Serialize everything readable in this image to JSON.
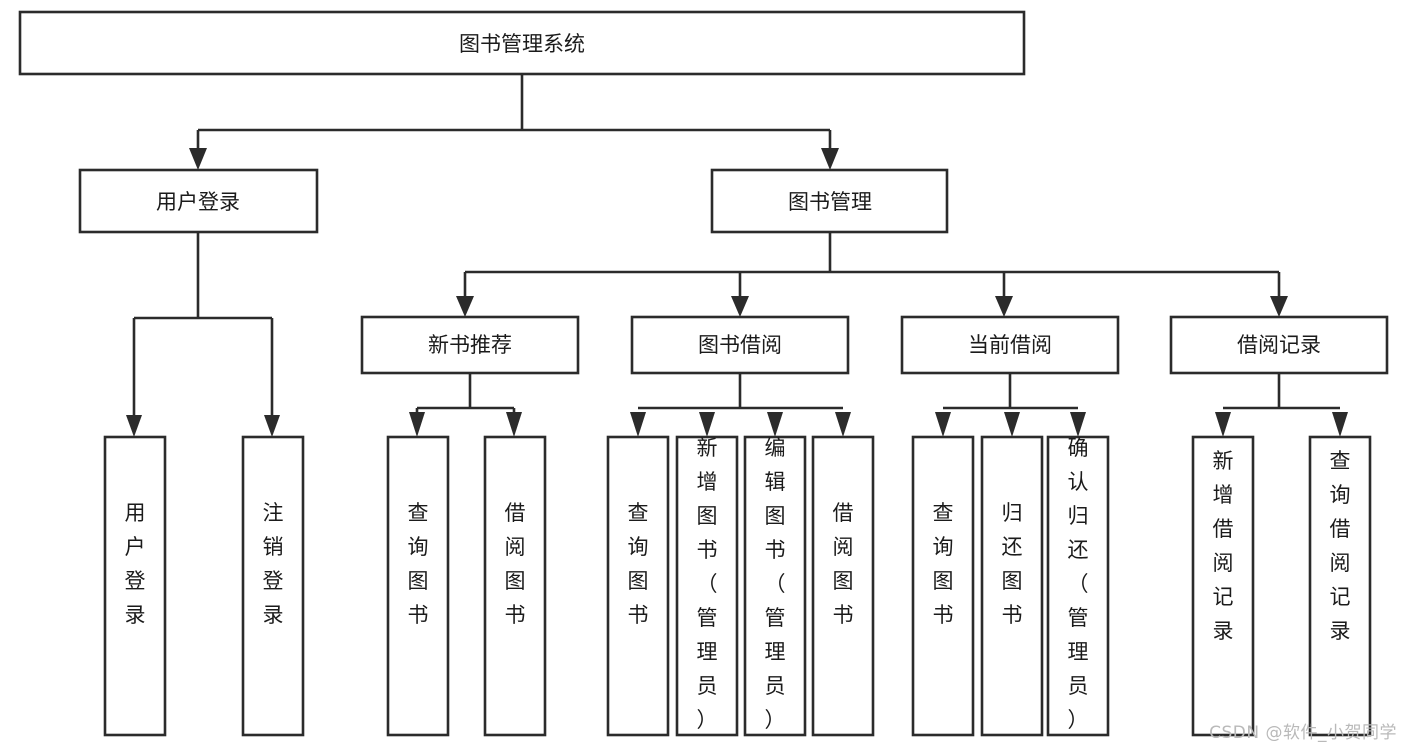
{
  "diagram": {
    "type": "tree",
    "title": "图书管理系统",
    "watermark": "CSDN @软件_小贺同学",
    "colors": {
      "stroke": "#2b2b2b",
      "fill": "#ffffff",
      "text": "#1b1b1b",
      "watermark": "#b9b9b9"
    },
    "nodes": {
      "root": {
        "label": "图书管理系统"
      },
      "level2": [
        {
          "label": "用户登录"
        },
        {
          "label": "图书管理"
        }
      ],
      "level3": [
        {
          "label": "新书推荐"
        },
        {
          "label": "图书借阅"
        },
        {
          "label": "当前借阅"
        },
        {
          "label": "借阅记录"
        }
      ],
      "leaves": {
        "user_login": [
          {
            "label": "用户登录"
          },
          {
            "label": "注销登录"
          }
        ],
        "new_book": [
          {
            "label": "查询图书"
          },
          {
            "label": "借阅图书"
          }
        ],
        "book_borrow": [
          {
            "label": "查询图书"
          },
          {
            "label": "新增图书（管理员）"
          },
          {
            "label": "编辑图书（管理员）"
          },
          {
            "label": "借阅图书"
          }
        ],
        "current_borrow": [
          {
            "label": "查询图书"
          },
          {
            "label": "归还图书"
          },
          {
            "label": "确认归还（管理员）"
          }
        ],
        "borrow_record": [
          {
            "label": "新增借阅记录"
          },
          {
            "label": "查询借阅记录"
          }
        ]
      }
    }
  }
}
